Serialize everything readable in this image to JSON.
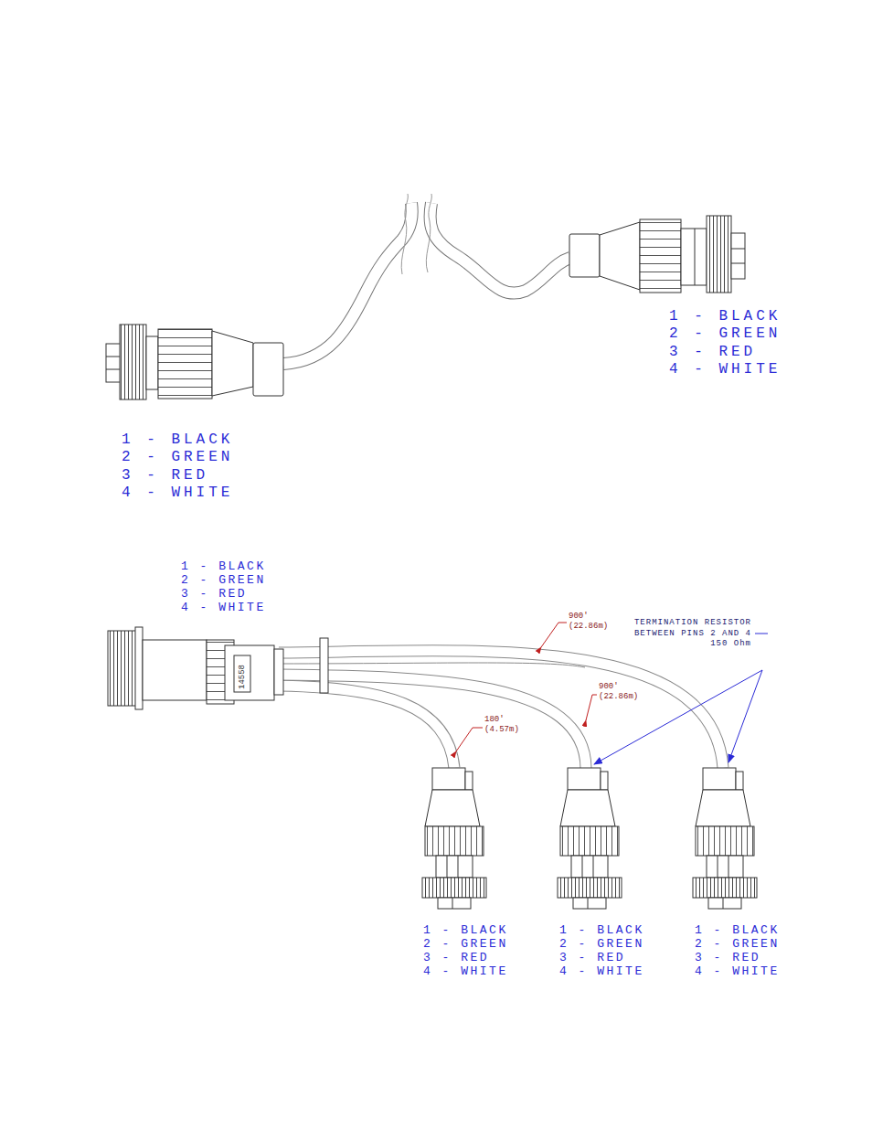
{
  "diagram": {
    "labels": [
      "1 - BLACK",
      "2 - GREEN",
      "3 - RED",
      "4 - WHITE",
      "1 - BLACK",
      "2 - GREEN",
      "3 - RED",
      "4 - WHITE",
      "1 - BLACK",
      "2 - GREEN",
      "3 - RED",
      "4 - WHITE",
      "900'",
      "(22.86m)",
      "TERMINATION RESISTOR BETWEEN PINS 2 AND 4 150 Ohm",
      "900'",
      "(22.86m)",
      "180'",
      "(4.57m)",
      "1 - BLACK",
      "2 - GREEN",
      "3 - RED",
      "4 - WHITE",
      "1 - BLACK",
      "2 - GREEN",
      "3 - RED",
      "4 - WHITE",
      "1 - BLACK",
      "2 - GREEN",
      "3 - RED",
      "4 - WHITE",
      "14558"
    ]
  }
}
